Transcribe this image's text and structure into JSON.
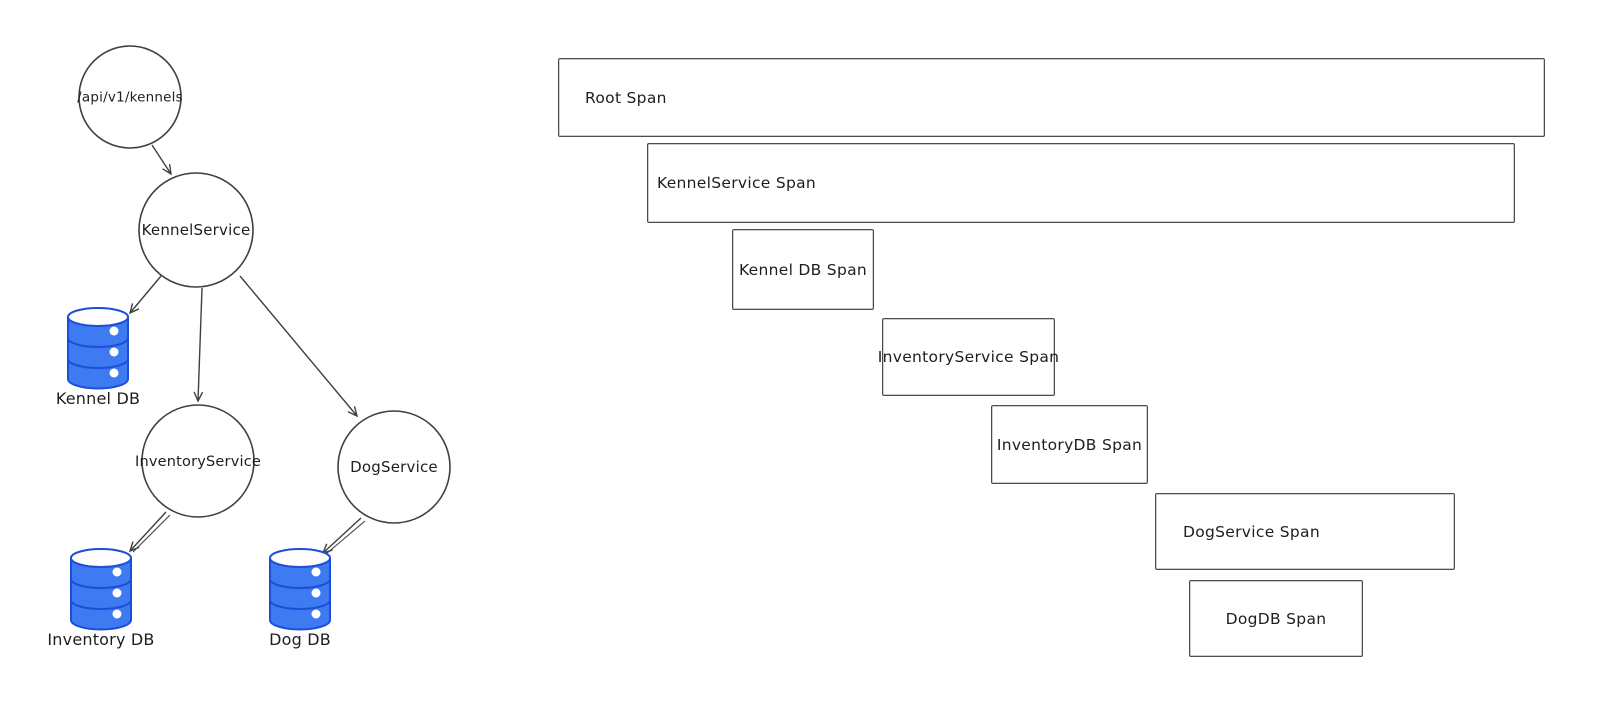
{
  "colors": {
    "background": "#ffffff",
    "line_stroke": "#3d4043",
    "box_border": "#4a4e54",
    "text": "#1e1e1e",
    "db_fill": "#3e7bf2",
    "db_stroke": "#1d4ed8",
    "db_top_fill": "#fdfdfd"
  },
  "diagram": {
    "nodes": [
      {
        "id": "api",
        "label": "/api/v1/kennels"
      },
      {
        "id": "kennel_service",
        "label": "KennelService"
      },
      {
        "id": "inventory_service",
        "label": "InventoryService"
      },
      {
        "id": "dog_service",
        "label": "DogService"
      }
    ],
    "databases": [
      {
        "id": "kennel_db",
        "label": "Kennel DB"
      },
      {
        "id": "inventory_db",
        "label": "Inventory DB"
      },
      {
        "id": "dog_db",
        "label": "Dog DB"
      }
    ],
    "edges": [
      {
        "from": "api",
        "to": "kennel_service"
      },
      {
        "from": "kennel_service",
        "to": "kennel_db"
      },
      {
        "from": "kennel_service",
        "to": "inventory_service"
      },
      {
        "from": "kennel_service",
        "to": "dog_service"
      },
      {
        "from": "inventory_service",
        "to": "inventory_db"
      },
      {
        "from": "dog_service",
        "to": "dog_db"
      }
    ]
  },
  "trace": {
    "spans": [
      {
        "label": "Root Span"
      },
      {
        "label": "KennelService Span"
      },
      {
        "label": "Kennel DB Span"
      },
      {
        "label": "InventoryService Span"
      },
      {
        "label": "InventoryDB Span"
      },
      {
        "label": "DogService Span"
      },
      {
        "label": "DogDB Span"
      }
    ]
  }
}
